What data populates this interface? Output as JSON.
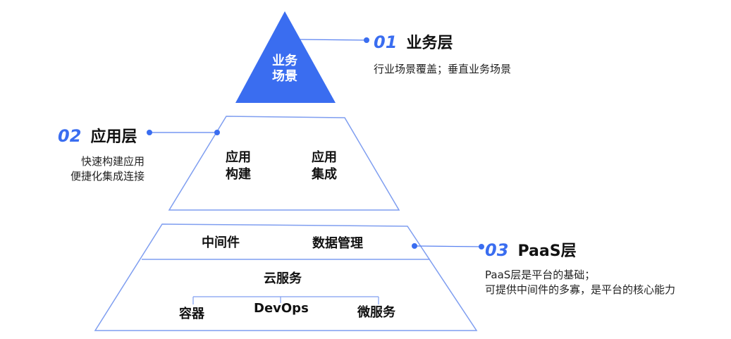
{
  "colors": {
    "accent": "#3a6df0",
    "outline": "#7f9ef0",
    "text": "#111111"
  },
  "pyramid": {
    "top": {
      "line1": "业务",
      "line2": "场景"
    },
    "middle": {
      "left": {
        "line1": "应用",
        "line2": "构建"
      },
      "right": {
        "line1": "应用",
        "line2": "集成"
      }
    },
    "bottom": {
      "row1_left": "中间件",
      "row1_right": "数据管理",
      "cloud": "云服务",
      "children": [
        "容器",
        "DevOps",
        "微服务"
      ]
    }
  },
  "callouts": [
    {
      "num": "01",
      "title": "业务层",
      "desc": [
        "行业场景覆盖；垂直业务场景"
      ]
    },
    {
      "num": "02",
      "title": "应用层",
      "desc": [
        "快速构建应用",
        "便捷化集成连接"
      ]
    },
    {
      "num": "03",
      "title": "PaaS层",
      "desc": [
        "PaaS层是平台的基础；",
        "可提供中间件的多寡，是平台的核心能力"
      ]
    }
  ]
}
